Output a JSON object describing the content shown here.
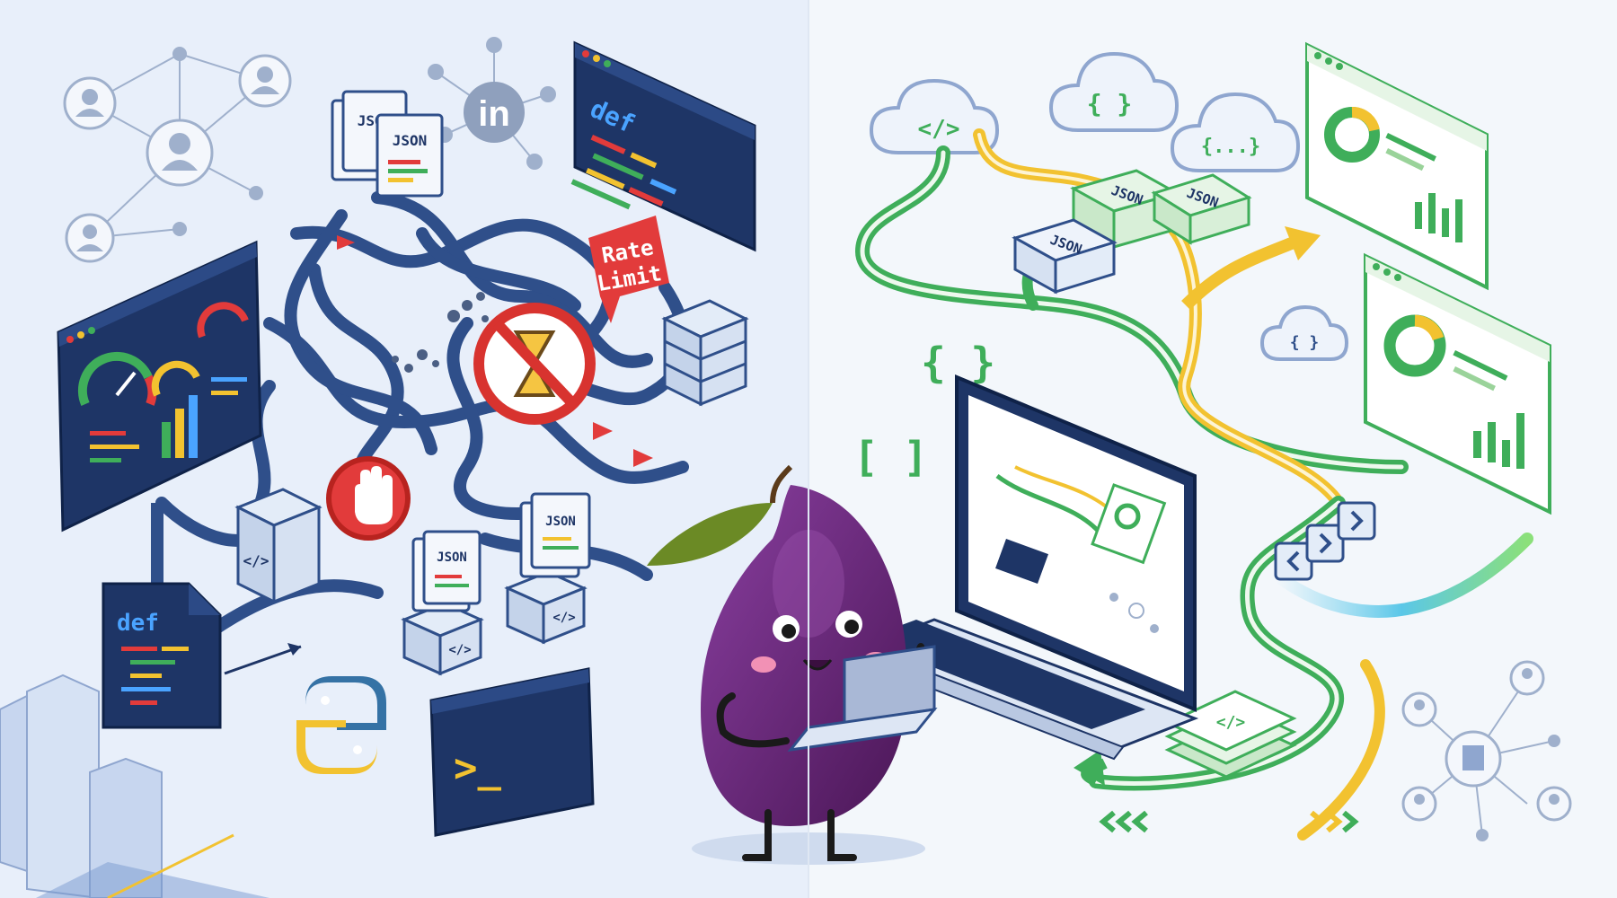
{
  "labels": {
    "linkedin": "in",
    "rate_limit_line1": "Rate",
    "rate_limit_line2": "Limit",
    "json": "JSON",
    "def": "def",
    "prompt": ">_",
    "code_tag": "</>",
    "curly": "{ }",
    "curly_dots": "{...}",
    "bracket": "[ ]"
  },
  "colors": {
    "left_bg": "#e8effa",
    "right_bg": "#f3f7fb",
    "navy": "#1e3566",
    "path_blue": "#2f4f8a",
    "green": "#3fae5a",
    "yellow": "#f2c230",
    "red": "#e23b3b",
    "plum": "#5b2466"
  }
}
